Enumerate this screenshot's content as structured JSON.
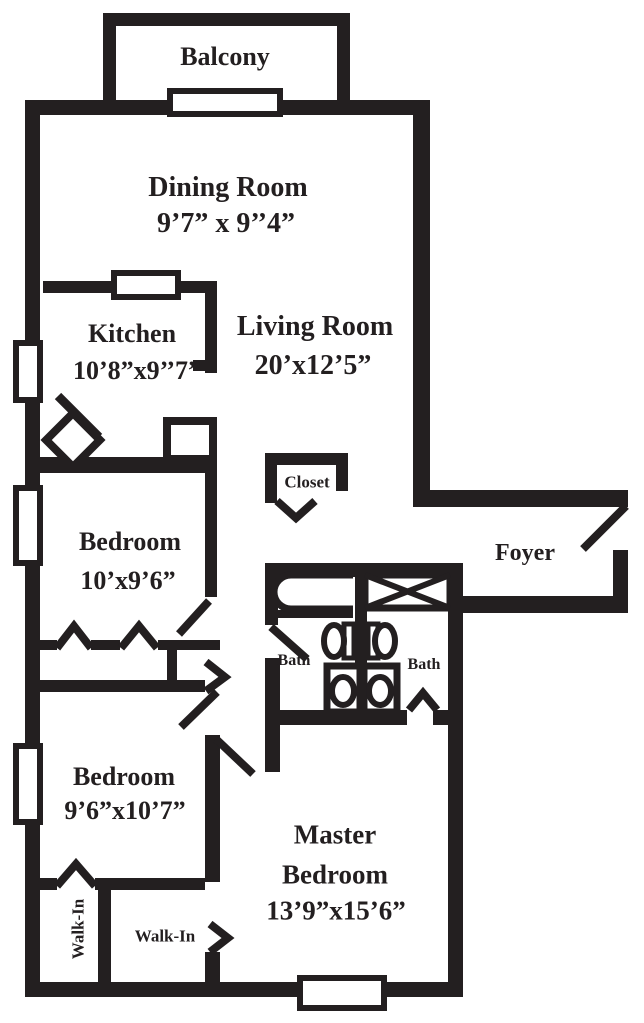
{
  "meta": {
    "type": "apartment-floor-plan",
    "background_color": "#ffffff",
    "ink_color": "#231f20"
  },
  "rooms": {
    "balcony": {
      "label": "Balcony"
    },
    "dining_room": {
      "label": "Dining Room",
      "dimensions": "9’7” x 9’’4”"
    },
    "kitchen": {
      "label": "Kitchen",
      "dimensions": "10’8”x9’’7”"
    },
    "living_room": {
      "label": "Living Room",
      "dimensions": "20’x12’5”"
    },
    "closet": {
      "label": "Closet"
    },
    "foyer": {
      "label": "Foyer"
    },
    "bedroom_upper": {
      "label": "Bedroom",
      "dimensions": "10’x9’6”"
    },
    "bath_left": {
      "label": "Bath"
    },
    "bath_right": {
      "label": "Bath"
    },
    "bedroom_lower": {
      "label": "Bedroom",
      "dimensions": "9’6”x10’7”"
    },
    "master_bedroom": {
      "label_line1": "Master",
      "label_line2": "Bedroom",
      "dimensions": "13’9”x15’6”"
    },
    "walk_in_left": {
      "label": "Walk-In"
    },
    "walk_in_bottom": {
      "label": "Walk-In"
    }
  },
  "fixtures": [
    "bathtub-icon",
    "shower-icon",
    "toilet-icon",
    "sink-icon",
    "kitchen-sink-icon",
    "counter-icon",
    "pass-through-icon",
    "window-icon",
    "door-swing-icon",
    "bifold-door-icon",
    "door-chevron-icon",
    "balcony-door-icon"
  ]
}
